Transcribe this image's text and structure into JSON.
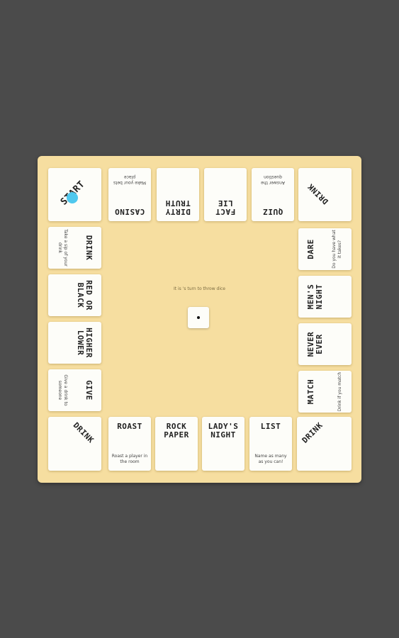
{
  "board": {
    "center_text": "It is 's turn to throw dice",
    "die_value": 1,
    "token_color": "#4fc8ee",
    "corners": {
      "start": "START",
      "top_right": "DRINK",
      "bottom_left": "DRINK",
      "bottom_right": "DRINK"
    },
    "top_row": [
      {
        "title": "CASINO",
        "desc": "Make your bets place"
      },
      {
        "title": "DIRTY TRUTH",
        "desc": ""
      },
      {
        "title": "FACT LIE",
        "desc": ""
      },
      {
        "title": "QUIZ",
        "desc": "Answer the question"
      }
    ],
    "left_col": [
      {
        "title": "DRINK",
        "desc": "Take a sip of your drink"
      },
      {
        "title": "RED OR BLACK",
        "desc": ""
      },
      {
        "title": "HIGHER LOWER",
        "desc": ""
      },
      {
        "title": "GIVE",
        "desc": "Give a drink to someone"
      }
    ],
    "right_col": [
      {
        "title": "DARE",
        "desc": "Do you have what it takes?"
      },
      {
        "title": "MEN'S NIGHT",
        "desc": ""
      },
      {
        "title": "NEVER EVER",
        "desc": ""
      },
      {
        "title": "MATCH",
        "desc": "Drink if you match"
      }
    ],
    "bottom_row": [
      {
        "title": "ROAST",
        "desc": "Roast a player in the room"
      },
      {
        "title": "ROCK PAPER",
        "desc": ""
      },
      {
        "title": "LADY'S NIGHT",
        "desc": ""
      },
      {
        "title": "LIST",
        "desc": "Name as many as you can!"
      }
    ]
  }
}
